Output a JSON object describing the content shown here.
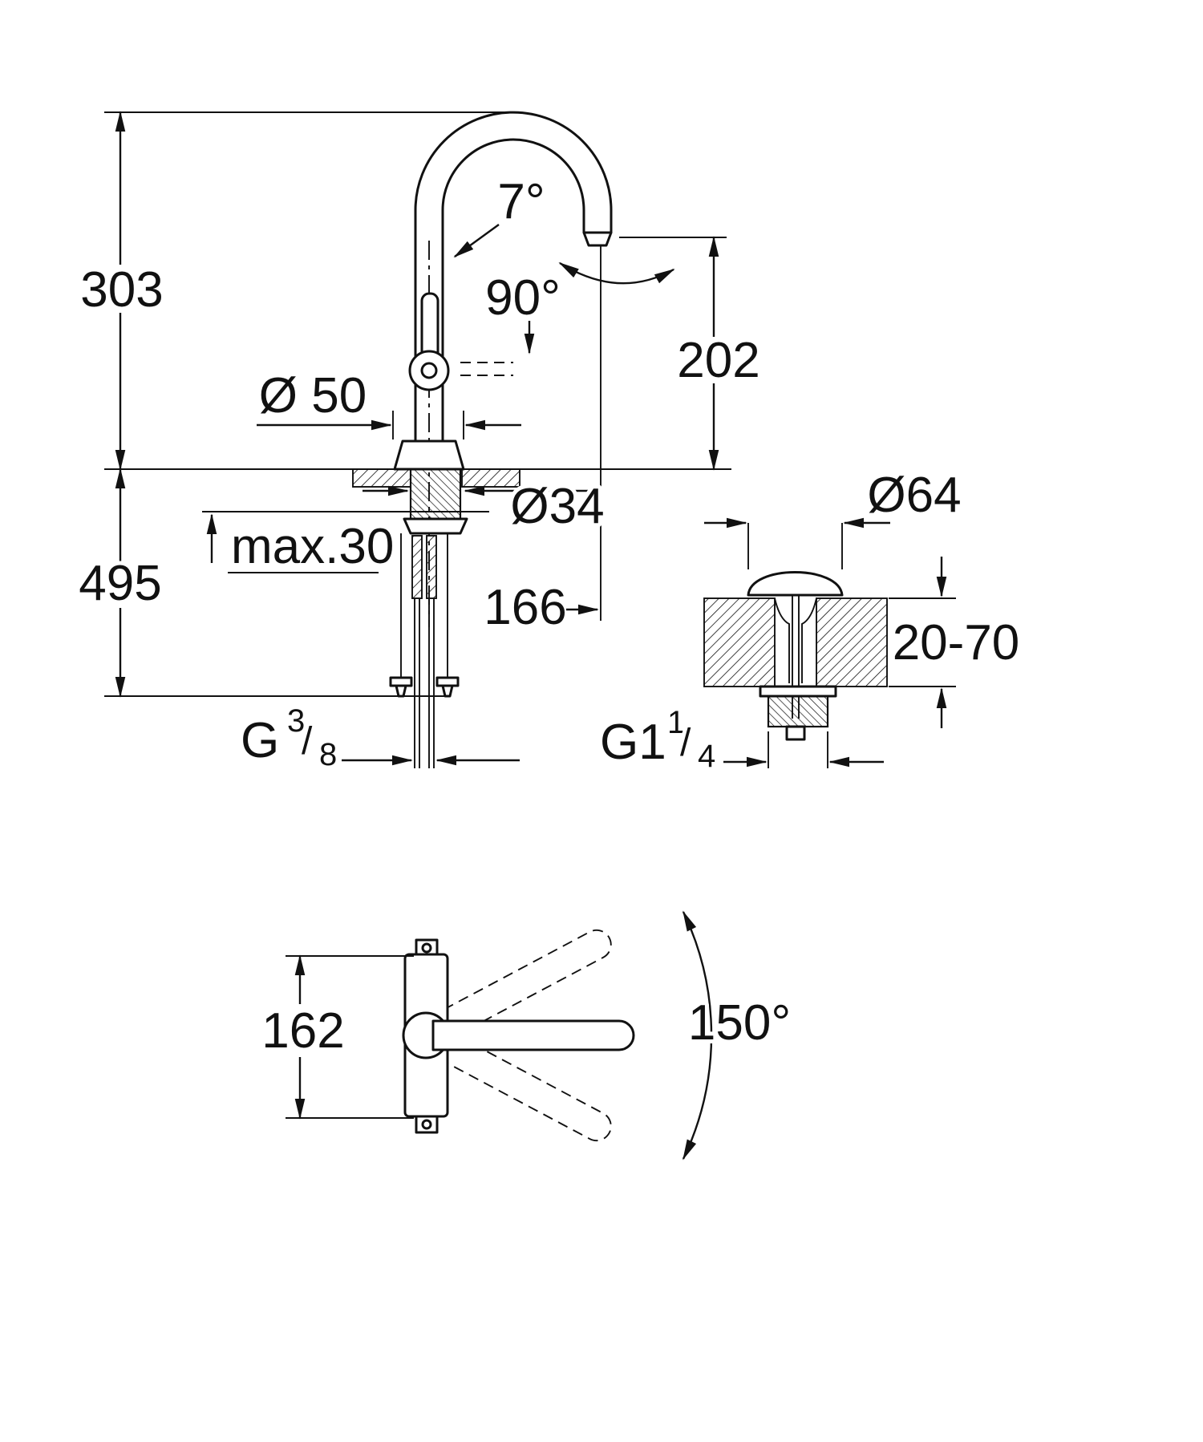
{
  "colors": {
    "line": "#111111",
    "background": "#ffffff"
  },
  "front_view": {
    "overall_height_top": "303",
    "overall_height_bottom": "495",
    "base_diameter": "Ø 50",
    "hole_diameter": "Ø34",
    "max_deck_thickness": "max.30",
    "spout_reach": "166",
    "spout_outlet_height": "202",
    "spout_tilt_angle": "7°",
    "handle_open_angle": "90°",
    "supply_thread": {
      "base": "G",
      "numerator": "3",
      "slash": "/",
      "denominator": "8"
    }
  },
  "waste_view": {
    "plug_diameter": "Ø64",
    "deck_thickness_range": "20-70",
    "waste_thread": {
      "base": "G1",
      "numerator": "1",
      "slash": "/",
      "denominator": "4"
    }
  },
  "top_view": {
    "body_length": "162",
    "spout_swivel_angle": "150°"
  }
}
